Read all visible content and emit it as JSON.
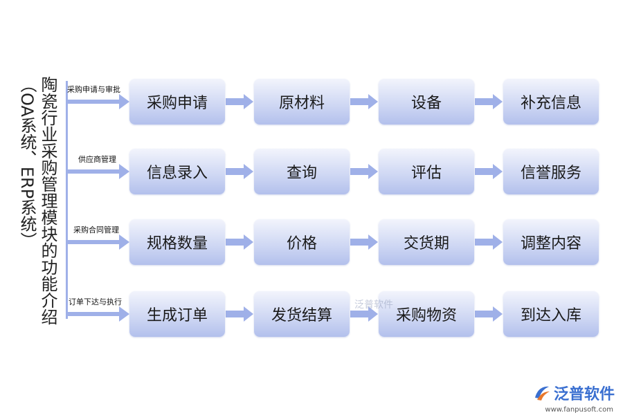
{
  "title": "陶瓷行业采购管理模块的功能介绍（OA系统、ERP系统）",
  "rows": [
    {
      "branch": "采购申请与审批",
      "steps": [
        "采购申请",
        "原材料",
        "设备",
        "补充信息"
      ]
    },
    {
      "branch": "供应商管理",
      "steps": [
        "信息录入",
        "查询",
        "评估",
        "信誉服务"
      ]
    },
    {
      "branch": "采购合同管理",
      "steps": [
        "规格数量",
        "价格",
        "交货期",
        "调整内容"
      ]
    },
    {
      "branch": "订单下达与执行",
      "steps": [
        "生成订单",
        "发货结算",
        "采购物资",
        "到达入库"
      ]
    }
  ],
  "watermark": "泛普软件",
  "logo": {
    "name": "泛普软件",
    "url": "www.fanpusoft.com",
    "icon": "fanpu-logo-icon"
  },
  "colors": {
    "box_top": "#f2f4fc",
    "box_bottom": "#b3c0ec",
    "arrow": "#9fb0e8"
  }
}
